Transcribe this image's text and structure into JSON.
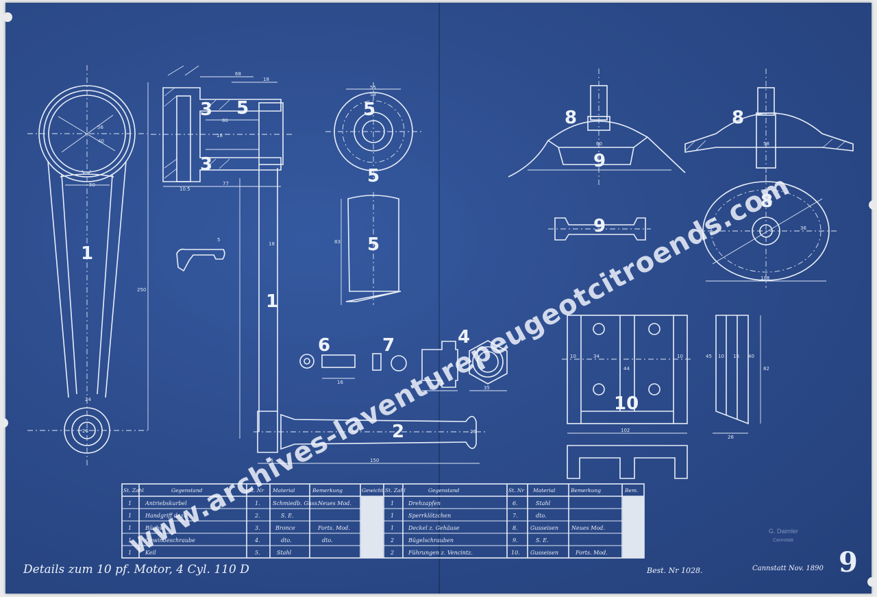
{
  "sheet": {
    "title": "Details zum 10 pf. Motor, 4 Cyl. 110 D",
    "order_number": "Best. Nr 1028.",
    "place_date": "Cannstatt   Nov. 1890",
    "stamp": "G. Daimler",
    "stamp_sub": "Cannstatt",
    "sheet_number": "9",
    "watermark": "www.archives-laventurepeugeotcitroends.com"
  },
  "parts": [
    "1",
    "1",
    "2",
    "3",
    "3",
    "4",
    "5",
    "5",
    "5",
    "5",
    "6",
    "7",
    "8",
    "8",
    "8",
    "9",
    "9",
    "10"
  ],
  "dimensions": [
    "56",
    "40",
    "50",
    "250",
    "24",
    "26",
    "68",
    "18",
    "86",
    "18",
    "77",
    "10.5",
    "18",
    "25",
    "150",
    "55",
    "26",
    "10",
    "58",
    "83",
    "60",
    "58",
    "36",
    "108",
    "102",
    "10",
    "34",
    "44",
    "10",
    "82",
    "26",
    "16",
    "45",
    "10",
    "5",
    "40",
    "16",
    "35"
  ],
  "table": {
    "headers": [
      "St. Zahl",
      "Gegenstand",
      "St. Nr",
      "Material",
      "Bemerkung",
      "Gewicht",
      "St. Zahl",
      "Gegenstand",
      "St. Nr",
      "Material",
      "Bemerkung",
      "Bem."
    ],
    "left_rows": [
      {
        "qty": "1",
        "item": "Antriebskurbel",
        "no": "1.",
        "material": "Schmiedb. Guss.",
        "note": "Neues Mod."
      },
      {
        "qty": "1",
        "item": "Handgriff dazu",
        "no": "2.",
        "material": "S. E.",
        "note": ""
      },
      {
        "qty": "1",
        "item": "Büchse",
        "no": "3.",
        "material": "Bronce",
        "note": "Forts. Mod."
      },
      {
        "qty": "1",
        "item": "Gewindeschraube",
        "no": "4.",
        "material": "dto.",
        "note": "dto."
      },
      {
        "qty": "1",
        "item": "Keil",
        "no": "5.",
        "material": "Stahl",
        "note": ""
      }
    ],
    "right_rows": [
      {
        "qty": "1",
        "item": "Drehzapfen",
        "no": "6.",
        "material": "Stahl",
        "note": ""
      },
      {
        "qty": "1",
        "item": "Sperrklötzchen",
        "no": "7.",
        "material": "dto.",
        "note": ""
      },
      {
        "qty": "1",
        "item": "Deckel z. Gehäuse",
        "no": "8.",
        "material": "Gusseisen",
        "note": "Neues Mod."
      },
      {
        "qty": "2",
        "item": "Bügelschrauben",
        "no": "9.",
        "material": "S. E.",
        "note": ""
      },
      {
        "qty": "2",
        "item": "Führungen z. Vencintz.",
        "no": "10.",
        "material": "Gusseisen",
        "note": "Forts. Mod."
      }
    ]
  },
  "colors": {
    "paper": "#2c4a86",
    "ink": "#e8eef8"
  }
}
